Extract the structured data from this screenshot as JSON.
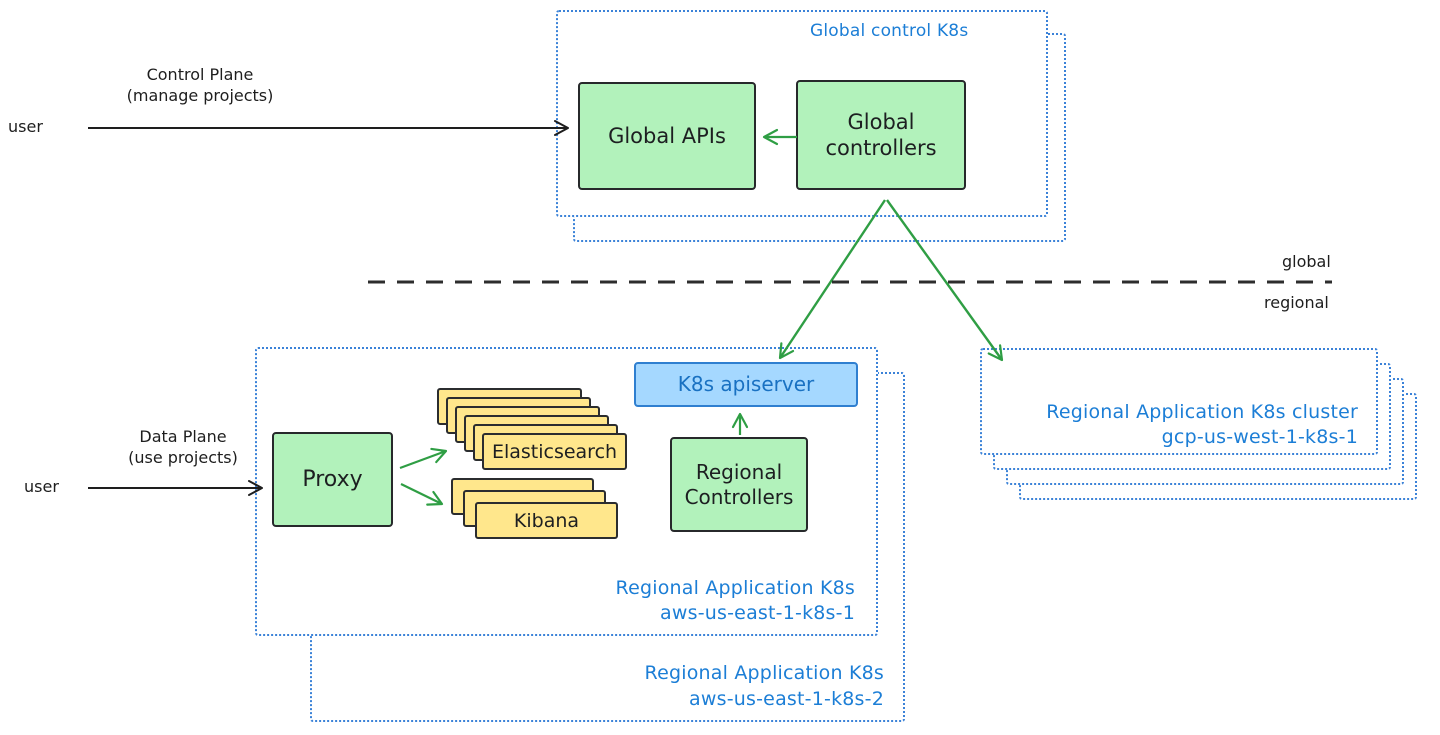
{
  "labels": {
    "user_top": "user",
    "user_bottom": "user",
    "control_plane": {
      "line1": "Control Plane",
      "line2": "(manage projects)"
    },
    "data_plane": {
      "line1": "Data Plane",
      "line2": "(use projects)"
    },
    "zone_global": "global",
    "zone_regional": "regional"
  },
  "global_cluster": {
    "title": "Global control K8s",
    "global_apis": "Global APIs",
    "global_controllers": {
      "line1": "Global",
      "line2": "controllers"
    }
  },
  "regional_cluster_front": {
    "title_line1": "Regional Application K8s",
    "title_line2": "aws-us-east-1-k8s-1",
    "proxy": "Proxy",
    "k8s_apiserver": "K8s apiserver",
    "regional_controllers": {
      "line1": "Regional",
      "line2": "Controllers"
    },
    "elasticsearch": "Elasticsearch",
    "kibana": "Kibana"
  },
  "regional_cluster_back": {
    "title_line1": "Regional Application K8s",
    "title_line2": "aws-us-east-1-k8s-2"
  },
  "remote_cluster": {
    "title_line1": "Regional Application K8s cluster",
    "title_line2": "gcp-us-west-1-k8s-1"
  },
  "colors": {
    "node_green": "#b2f2bb",
    "node_yellow": "#ffe78c",
    "node_blue_fill": "#a5d8ff",
    "blue_stroke": "#1971c2",
    "blue_text": "#1c7ed6",
    "dotted_border": "#3b82d8",
    "arrow_green": "#2f9e44",
    "ink": "#1e1e1e"
  }
}
